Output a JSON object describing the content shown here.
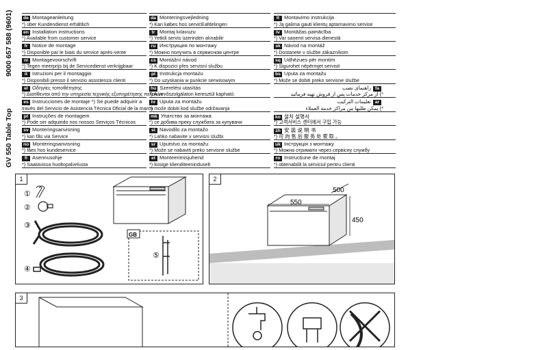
{
  "side_code": "9000 657 588 (9601)",
  "side_model": "GV 550 Table Top",
  "columns": [
    [
      {
        "lang": "de",
        "title": "Montageanleitung",
        "note": "*) über Kundendienst erhältlich"
      },
      {
        "lang": "en",
        "title": "Installation instructions",
        "note": "*) Available from customer service"
      },
      {
        "lang": "fr",
        "title": "Notice de montage",
        "note": "*) Disponible par le biais du service après-vente"
      },
      {
        "lang": "nl",
        "title": "Montagevoorschrift",
        "note": "*) Tegen meerprijs bij de Servicedienst verkrijgbaar"
      },
      {
        "lang": "it",
        "title": "Istruzioni per il montaggio",
        "note": "*) Disponibili presso il servizio assistenza clienti"
      },
      {
        "lang": "el",
        "title": "Οδηγίες τοποθέτησης",
        "note": "*) Διατίθενται από την υπηρεσία τεχνικής εξυπηρέτησης πελατών"
      },
      {
        "lang": "es",
        "title": "Instrucciones de montaje   *) Se puede adquirir a",
        "note": "través del Servicio de Asistencia Técnica Oficial de la marca"
      },
      {
        "lang": "pt",
        "title": "Instruções de montagem",
        "note": "*) Pode ser adquirido nos nossos Serviços Técnicos"
      },
      {
        "lang": "sv",
        "title": "Monteringsanvisning",
        "note": "*) kan fås via Service"
      },
      {
        "lang": "no",
        "title": "Monteringsanvisning",
        "note": "*) fåes hos kundeservice"
      },
      {
        "lang": "fi",
        "title": "Asennusohje",
        "note": "*) Saatavissa huoltopalvelusta"
      }
    ],
    [
      {
        "lang": "da",
        "title": "Monteringsvejledning",
        "note": "*) Kan købes hos servicEafdelingen"
      },
      {
        "lang": "tr",
        "title": "Montaj kılavuzu",
        "note": "*) Yetkili servis üzerinden alınabilir"
      },
      {
        "lang": "ru",
        "title": "Инструкция по монтажу",
        "note": "*) Можно получить в сервисном центре"
      },
      {
        "lang": "cs",
        "title": "Montážní návod",
        "note": "*) K dispozici přes servisní službu"
      },
      {
        "lang": "pl",
        "title": "Instrukcja montażu",
        "note": "*) Do uzyskania w punkcie serwisowym"
      },
      {
        "lang": "hu",
        "title": "Szerelési utasítás",
        "note": "*) A vevőszolgálaton keresztül kapható:"
      },
      {
        "lang": "hr",
        "title": "Uputa za montažu",
        "note": "*) može dobiti kod službe održavanja"
      },
      {
        "lang": "mk",
        "title": "Упатство за монтажа",
        "note": "*) се добива преку службата за купувачи"
      },
      {
        "lang": "sl",
        "title": "Navodilo za montažo",
        "note": "*) Lahko nabavite v servisni službi"
      },
      {
        "lang": "sr",
        "title": "Uputstvo za montažu",
        "note": "*) Može se nabaviti preko servisne službe"
      },
      {
        "lang": "et",
        "title": "Monteerimisjuhend",
        "note": "*) küsige klienditeeninduselt"
      }
    ],
    [
      {
        "lang": "lt",
        "title": "Montavimo instrukcija",
        "note": "*) Ją galima gauti klientų aptarnavimo servise"
      },
      {
        "lang": "lv",
        "title": "Montāžas pamācība",
        "note": "*) Var saņemt servisa dienestā"
      },
      {
        "lang": "sk",
        "title": "Návod na montáž",
        "note": "*) Dostanete v službe zákazníkom"
      },
      {
        "lang": "sq",
        "title": "Udhëzues për montim",
        "note": "*) Sigurohet nëpërmjet servisit"
      },
      {
        "lang": "bs",
        "title": "Uputa za montažu",
        "note": "*) Može se dobiti preko servisne službe"
      },
      {
        "lang": "fa",
        "title": "راهنمای نصب",
        "note": "*) از مرکز خدمات پس از فروش تهیه فرمائید",
        "rtl": true
      },
      {
        "lang": "ar",
        "title": "تعليمات التركيب",
        "note": "*) يمكن طلبها من مراكز خدمة العملاء",
        "rtl": true
      },
      {
        "lang": "ko",
        "title": "설치 설명서",
        "note": "*) 고객서비스 센터에서 구입 가능"
      },
      {
        "lang": "zh",
        "title": "安 装 说 明 书",
        "note": "*) 可 向 售 后 服 务 处 索 取 。"
      },
      {
        "lang": "uk",
        "title": "Інструкція з монтажу",
        "note": "*) Можна отримати через сервісну службу"
      },
      {
        "lang": "ro",
        "title": "Instrucțiune de montaj",
        "note": "*) obtenabilă la serviciul pentru clienti"
      }
    ]
  ],
  "panels": {
    "p1": {
      "num": "1",
      "parts": [
        "①",
        "②",
        "③",
        "④",
        "⑤"
      ],
      "gb": "GB"
    },
    "p2": {
      "num": "2",
      "dim_width": "550",
      "dim_depth": "500",
      "dim_height": "450"
    },
    "p3": {
      "num": "3"
    }
  }
}
